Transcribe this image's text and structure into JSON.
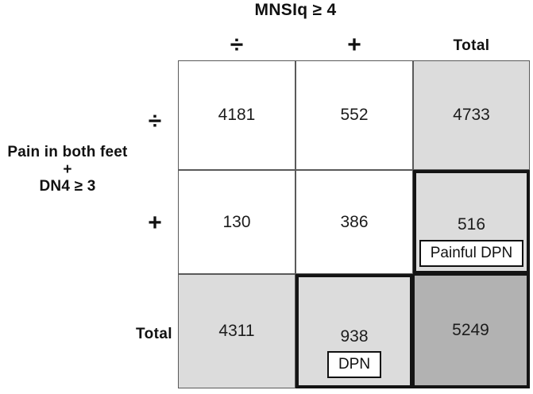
{
  "figure": {
    "title": "MNSIq ≥ 4",
    "column_axis": {
      "negative_symbol": "÷",
      "positive_symbol": "+",
      "total_label": "Total"
    },
    "row_axis": {
      "group_label_lines": [
        "Pain in both feet",
        "+",
        "DN4 ≥ 3"
      ],
      "negative_symbol": "÷",
      "positive_symbol": "+",
      "total_label": "Total"
    },
    "cells": {
      "neg_neg": "4181",
      "neg_pos": "552",
      "neg_total": "4733",
      "pos_neg": "130",
      "pos_pos": "386",
      "pos_total": "516",
      "total_neg": "4311",
      "total_pos": "938",
      "grand_total": "5249"
    },
    "annotations": {
      "painful_dpn_label": "Painful DPN",
      "dpn_label": "DPN"
    },
    "colors": {
      "total_cell_bg": "#dcdcdc",
      "grand_total_cell_bg": "#b2b2b2",
      "thin_line": "#5a5a5a",
      "thick_line": "#141414",
      "text": "#1c1c1c"
    }
  }
}
